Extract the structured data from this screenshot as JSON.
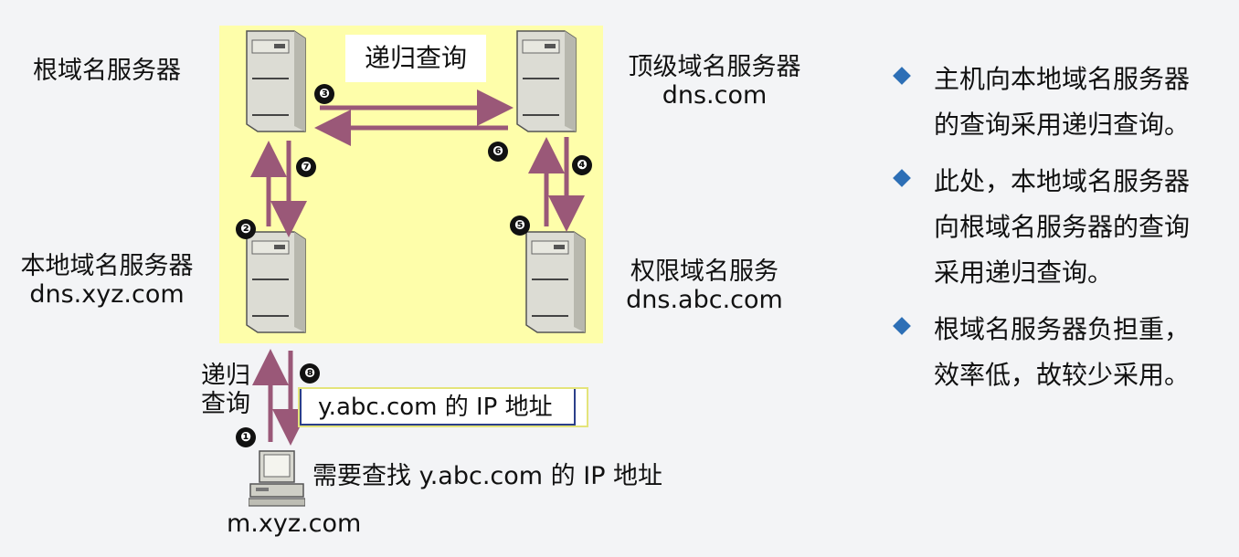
{
  "diagram": {
    "root_server": {
      "name": "根域名服务器"
    },
    "tld_server": {
      "name": "顶级域名服务器",
      "domain": "dns.com"
    },
    "local_server": {
      "name": "本地域名服务器",
      "domain": "dns.xyz.com"
    },
    "auth_server": {
      "name": "权限域名服务",
      "domain": "dns.abc.com"
    },
    "recursive_label_top": "递归查询",
    "recursive_label_bottom_line1": "递归",
    "recursive_label_bottom_line2": "查询",
    "answer_box": "y.abc.com 的 IP 地址",
    "host_query": "需要查找 y.abc.com 的 IP 地址",
    "host_name": "m.xyz.com",
    "steps": [
      "❶",
      "❷",
      "❸",
      "❹",
      "❺",
      "❻",
      "❼",
      "❽"
    ]
  },
  "notes": [
    {
      "line1": "主机向本地域名服务器",
      "line2": "的查询采用递归查询。"
    },
    {
      "line1": "此处，本地域名服务器",
      "line2": "向根域名服务器的查询",
      "line3": "采用递归查询。"
    },
    {
      "line1": "根域名服务器负担重，",
      "line2": "效率低，故较少采用。"
    }
  ],
  "colors": {
    "arrow": "#9a5878",
    "highlight": "#fefeaa",
    "bullet": "#2d6fb6"
  }
}
